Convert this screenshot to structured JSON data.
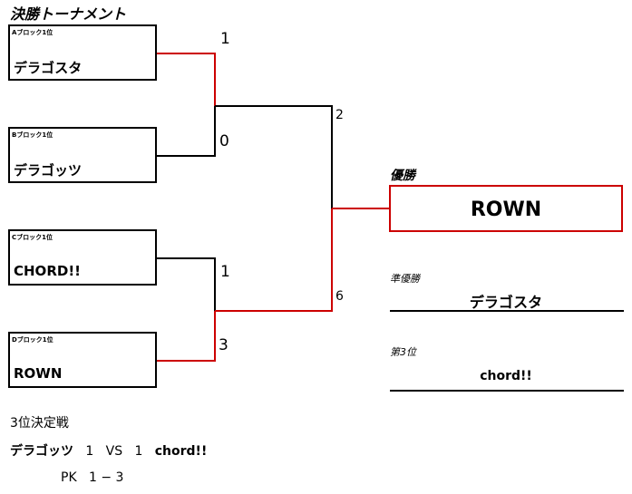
{
  "title": "決勝トーナメント",
  "teams": [
    {
      "block": "Aブロック1位",
      "name": "デラゴスタ"
    },
    {
      "block": "Bブロック1位",
      "name": "デラゴッツ"
    },
    {
      "block": "Cブロック1位",
      "name": "CHORD!!"
    },
    {
      "block": "Dブロック1位",
      "name": "ROWN"
    }
  ],
  "scores": {
    "semi1_top": "1",
    "semi1_bottom": "0",
    "semi2_top": "1",
    "semi2_bottom": "3",
    "final_top": "2",
    "final_bottom": "6"
  },
  "colors": {
    "winner_line": "#cc0000",
    "line": "#000000"
  },
  "results": {
    "champion_label": "優勝",
    "champion": "ROWN",
    "runner_up_label": "準優勝",
    "runner_up": "デラゴスタ",
    "third_label": "第3位",
    "third": "chord!!"
  },
  "third_place_match": {
    "title": "3位決定戦",
    "team1": "デラゴッツ",
    "score1": "1",
    "vs": "VS",
    "score2": "1",
    "team2": "chord!!",
    "pk_label": "PK",
    "pk_score": "1 − 3"
  }
}
